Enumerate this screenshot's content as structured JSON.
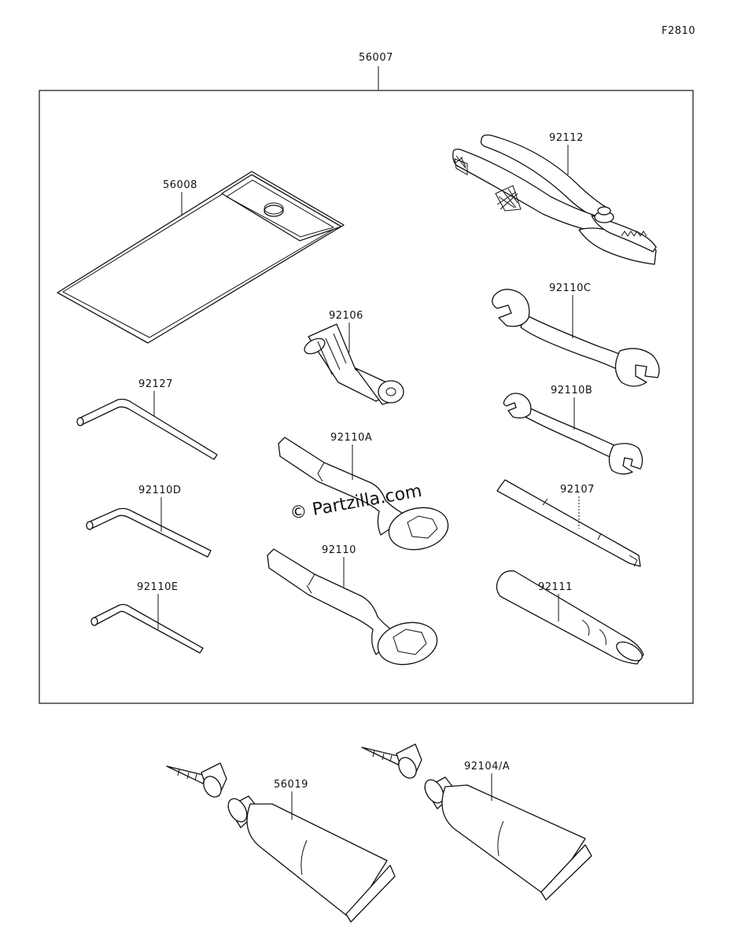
{
  "figure_code": "F2810",
  "kit_part": "56007",
  "parts": [
    {
      "id": "p56008",
      "number": "56008",
      "icon": "tool-pouch-icon"
    },
    {
      "id": "p92112",
      "number": "92112",
      "icon": "pliers-icon"
    },
    {
      "id": "p92110C",
      "number": "92110C",
      "icon": "open-end-wrench-icon"
    },
    {
      "id": "p92106",
      "number": "92106",
      "icon": "spark-plug-socket-icon"
    },
    {
      "id": "p92127",
      "number": "92127",
      "icon": "hex-key-icon"
    },
    {
      "id": "p92110B",
      "number": "92110B",
      "icon": "open-end-wrench-small-icon"
    },
    {
      "id": "p92110A",
      "number": "92110A",
      "icon": "box-wrench-icon"
    },
    {
      "id": "p92110D",
      "number": "92110D",
      "icon": "hex-key-icon"
    },
    {
      "id": "p92107",
      "number": "92107",
      "icon": "screwdriver-icon"
    },
    {
      "id": "p92110",
      "number": "92110",
      "icon": "box-wrench-icon"
    },
    {
      "id": "p92111",
      "number": "92111",
      "icon": "screwdriver-handle-icon"
    },
    {
      "id": "p92110E",
      "number": "92110E",
      "icon": "hex-key-icon"
    },
    {
      "id": "p56019",
      "number": "56019",
      "icon": "sealant-tube-icon"
    },
    {
      "id": "p92104A",
      "number": "92104/A",
      "icon": "sealant-tube-icon"
    }
  ],
  "watermark": "© Partzilla.com"
}
